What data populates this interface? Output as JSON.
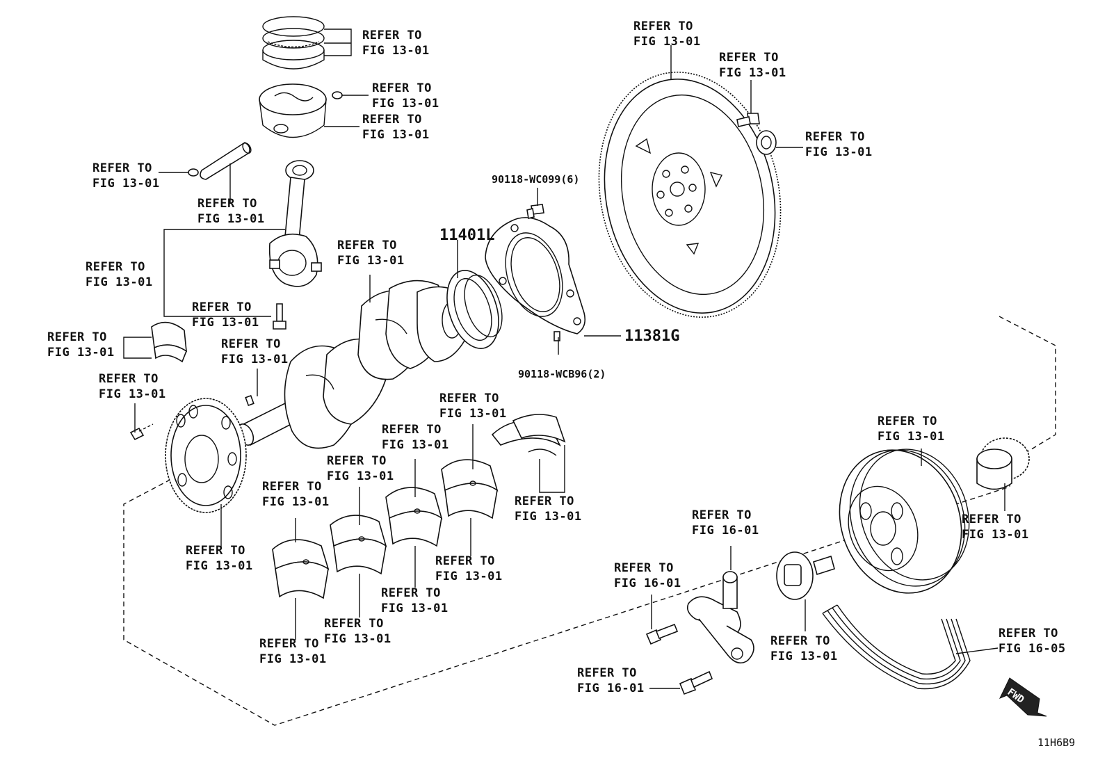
{
  "diagram": {
    "ref_line1": "REFER TO",
    "refs": {
      "fig1301": "FIG 13-01",
      "fig1601": "FIG 16-01",
      "fig1605": "FIG 16-05"
    },
    "part_numbers": {
      "bolt_top": "90118-WC099(6)",
      "seal": "11401L",
      "retainer": "11381G",
      "pin": "90118-WCB96(2)"
    },
    "fwd_label": "FWD",
    "diagram_code": "11H6B9"
  }
}
